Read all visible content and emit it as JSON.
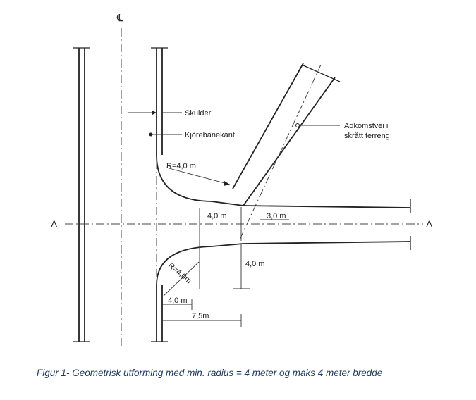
{
  "labels": {
    "centerline": "℄",
    "skulder": "Skulder",
    "kjorebanekant": "Kjörebanekant",
    "adkomst_line1": "Adkomstvei i",
    "adkomst_line2": "skrått terreng",
    "radius_top": "R=4,0 m",
    "radius_bottom": "R=4,0m",
    "dim_4m_mid": "4,0 m",
    "dim_3m": "3,0 m",
    "dim_4m_right": "4,0 m",
    "dim_4m_bottom": "4,0 m",
    "dim_7_5m": "7,5m",
    "section_left": "A",
    "section_right": "A"
  },
  "caption": "Figur 1- Geometrisk utforming med min. radius = 4 meter og maks 4 meter bredde"
}
